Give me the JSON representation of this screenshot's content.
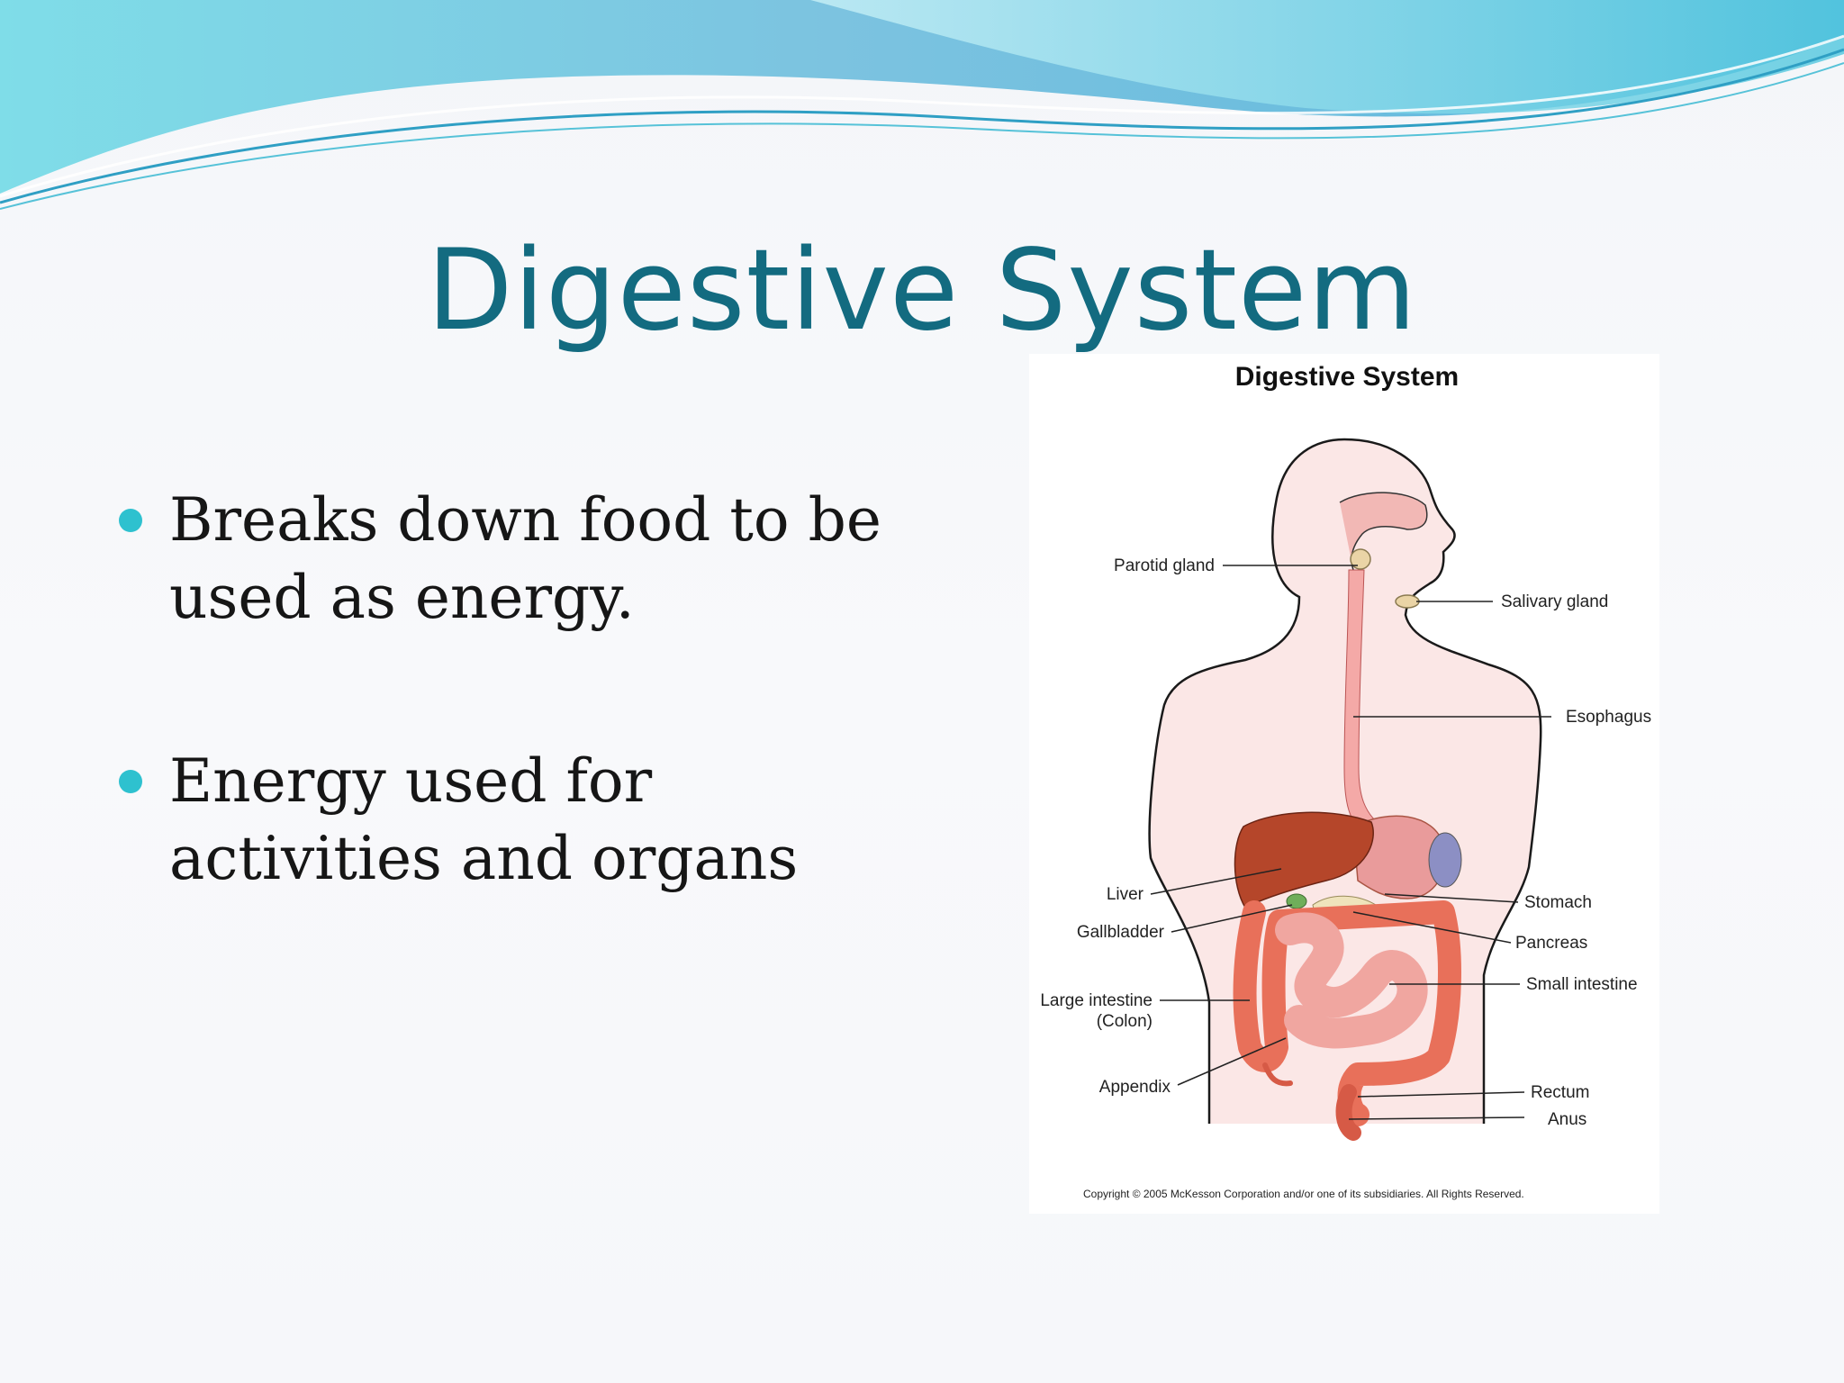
{
  "slide": {
    "title": "Digestive System",
    "bullets": [
      "Breaks down food to be used as energy.",
      "Energy used for  activities and organs"
    ]
  },
  "figure": {
    "title": "Digestive System",
    "labels": {
      "parotid": "Parotid gland",
      "salivary": "Salivary gland",
      "esophagus": "Esophagus",
      "liver": "Liver",
      "gallbladder": "Gallbladder",
      "stomach": "Stomach",
      "pancreas": "Pancreas",
      "small_intestine": "Small intestine",
      "large_intestine": "Large intestine",
      "colon": "(Colon)",
      "appendix": "Appendix",
      "rectum": "Rectum",
      "anus": "Anus"
    },
    "copyright": "Copyright © 2005 McKesson Corporation and/or one of its subsidiaries. All Rights Reserved."
  },
  "colors": {
    "title": "#136b80",
    "bullet": "#2ec1cf",
    "wave_light": "#8fd3e6",
    "wave_dark": "#2f9fc4"
  }
}
